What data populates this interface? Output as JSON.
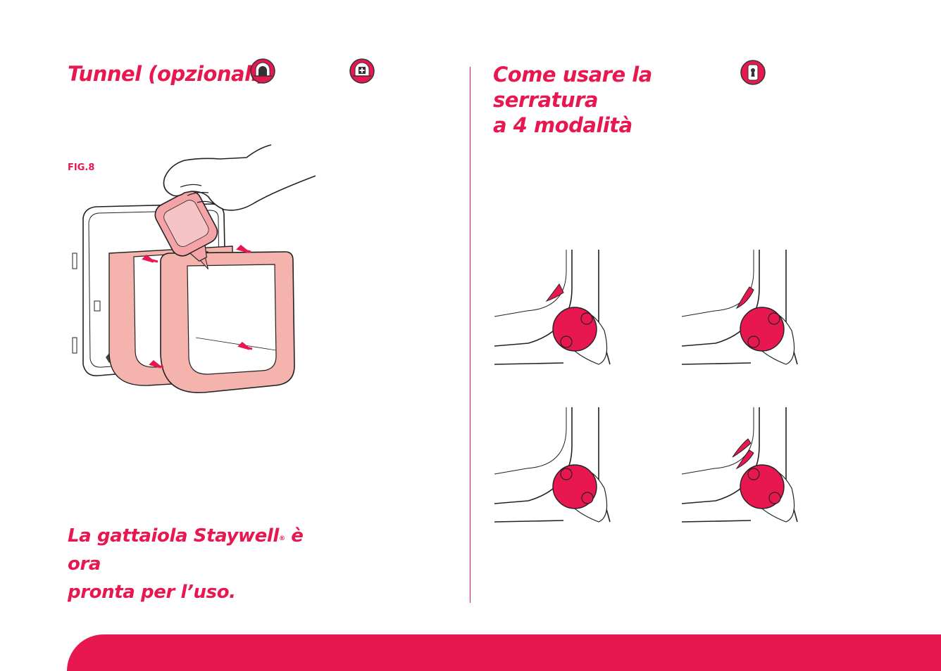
{
  "left": {
    "title": "Tunnel (opzionali)",
    "fig_label": "FIG.8",
    "ready_line1": "La gattaiola Staywell",
    "ready_reg": "®",
    "ready_line1b": " è ora",
    "ready_line2": "pronta per l’uso."
  },
  "right": {
    "title_line1": "Come usare la serratura",
    "title_line2": "a 4 modalità"
  },
  "icons": {
    "tunnel_badge": "tunnel-icon",
    "tunnel_extension_badge": "tunnel-extension-plus-icon",
    "lock_badge": "keyhole-lock-icon"
  },
  "colors": {
    "accent": "#e8174f",
    "tunnel_fill": "#f5b3ae"
  }
}
